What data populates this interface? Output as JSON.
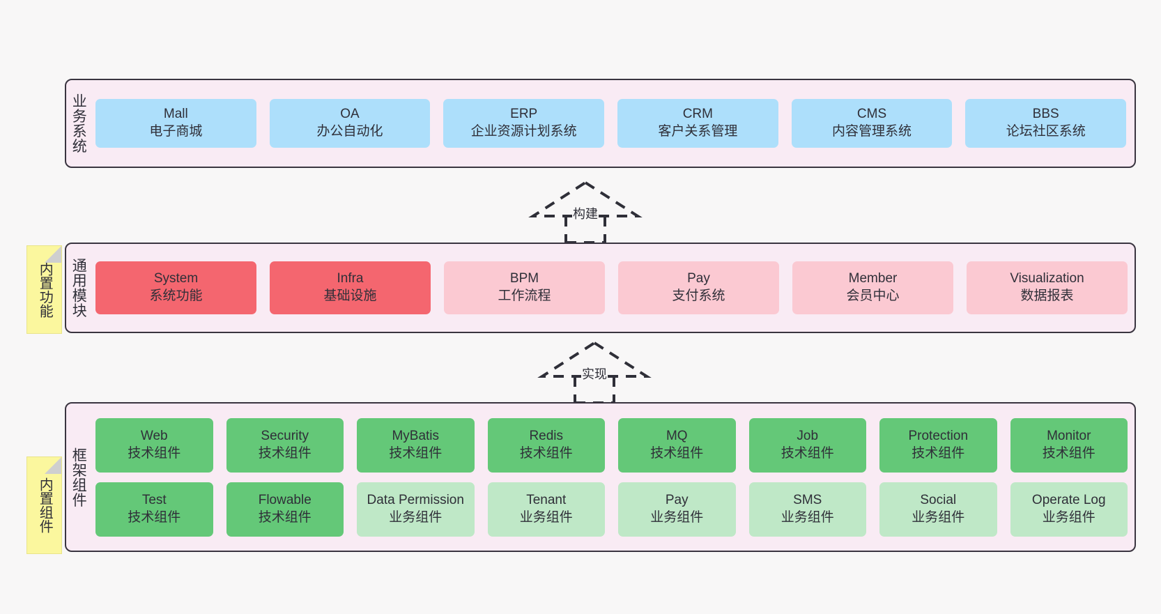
{
  "canvas": {
    "background": "#f8f7f7",
    "layer_fill": "#f9ebf4",
    "layer_border": "#3a3540",
    "note_fill": "#fbf79e"
  },
  "layers": [
    {
      "id": "business",
      "title": "业务系统",
      "rows": [
        {
          "cells": [
            {
              "en": "Mall",
              "cn": "电子商城",
              "color": "#addffb",
              "style": "c-blue"
            },
            {
              "en": "OA",
              "cn": "办公自动化",
              "color": "#addffb",
              "style": "c-blue"
            },
            {
              "en": "ERP",
              "cn": "企业资源计划系统",
              "color": "#addffb",
              "style": "c-blue"
            },
            {
              "en": "CRM",
              "cn": "客户关系管理",
              "color": "#addffb",
              "style": "c-blue"
            },
            {
              "en": "CMS",
              "cn": "内容管理系统",
              "color": "#addffb",
              "style": "c-blue"
            },
            {
              "en": "BBS",
              "cn": "论坛社区系统",
              "color": "#addffb",
              "style": "c-blue"
            }
          ]
        }
      ]
    },
    {
      "id": "modules",
      "title": "通用模块",
      "rows": [
        {
          "cells": [
            {
              "en": "System",
              "cn": "系统功能",
              "color": "#f4666f",
              "style": "c-red"
            },
            {
              "en": "Infra",
              "cn": "基础设施",
              "color": "#f4666f",
              "style": "c-red"
            },
            {
              "en": "BPM",
              "cn": "工作流程",
              "color": "#fbc9d2",
              "style": "c-pink"
            },
            {
              "en": "Pay",
              "cn": "支付系统",
              "color": "#fbc9d2",
              "style": "c-pink"
            },
            {
              "en": "Member",
              "cn": "会员中心",
              "color": "#fbc9d2",
              "style": "c-pink"
            },
            {
              "en": "Visualization",
              "cn": "数据报表",
              "color": "#fbc9d2",
              "style": "c-pink"
            }
          ]
        }
      ]
    },
    {
      "id": "framework",
      "title": "框架组件",
      "rows": [
        {
          "cells": [
            {
              "en": "Web",
              "cn": "技术组件",
              "color": "#64c878",
              "style": "c-green"
            },
            {
              "en": "Security",
              "cn": "技术组件",
              "color": "#64c878",
              "style": "c-green"
            },
            {
              "en": "MyBatis",
              "cn": "技术组件",
              "color": "#64c878",
              "style": "c-green"
            },
            {
              "en": "Redis",
              "cn": "技术组件",
              "color": "#64c878",
              "style": "c-green"
            },
            {
              "en": "MQ",
              "cn": "技术组件",
              "color": "#64c878",
              "style": "c-green"
            },
            {
              "en": "Job",
              "cn": "技术组件",
              "color": "#64c878",
              "style": "c-green"
            },
            {
              "en": "Protection",
              "cn": "技术组件",
              "color": "#64c878",
              "style": "c-green"
            },
            {
              "en": "Monitor",
              "cn": "技术组件",
              "color": "#64c878",
              "style": "c-green"
            }
          ]
        },
        {
          "cells": [
            {
              "en": "Test",
              "cn": "技术组件",
              "color": "#64c878",
              "style": "c-green"
            },
            {
              "en": "Flowable",
              "cn": "技术组件",
              "color": "#64c878",
              "style": "c-green"
            },
            {
              "en": "Data Permission",
              "cn": "业务组件",
              "color": "#bfe8c7",
              "style": "c-lightgreen"
            },
            {
              "en": "Tenant",
              "cn": "业务组件",
              "color": "#bfe8c7",
              "style": "c-lightgreen"
            },
            {
              "en": "Pay",
              "cn": "业务组件",
              "color": "#bfe8c7",
              "style": "c-lightgreen"
            },
            {
              "en": "SMS",
              "cn": "业务组件",
              "color": "#bfe8c7",
              "style": "c-lightgreen"
            },
            {
              "en": "Social",
              "cn": "业务组件",
              "color": "#bfe8c7",
              "style": "c-lightgreen"
            },
            {
              "en": "Operate Log",
              "cn": "业务组件",
              "color": "#bfe8c7",
              "style": "c-lightgreen"
            }
          ]
        }
      ]
    }
  ],
  "notes": [
    {
      "id": "builtin-features",
      "label": "内置功能"
    },
    {
      "id": "builtin-components",
      "label": "内置组件"
    }
  ],
  "arrows": [
    {
      "id": "build",
      "label": "构建",
      "from": "通用模块",
      "to": "业务系统"
    },
    {
      "id": "realize",
      "label": "实现",
      "from": "框架组件",
      "to": "通用模块"
    }
  ]
}
